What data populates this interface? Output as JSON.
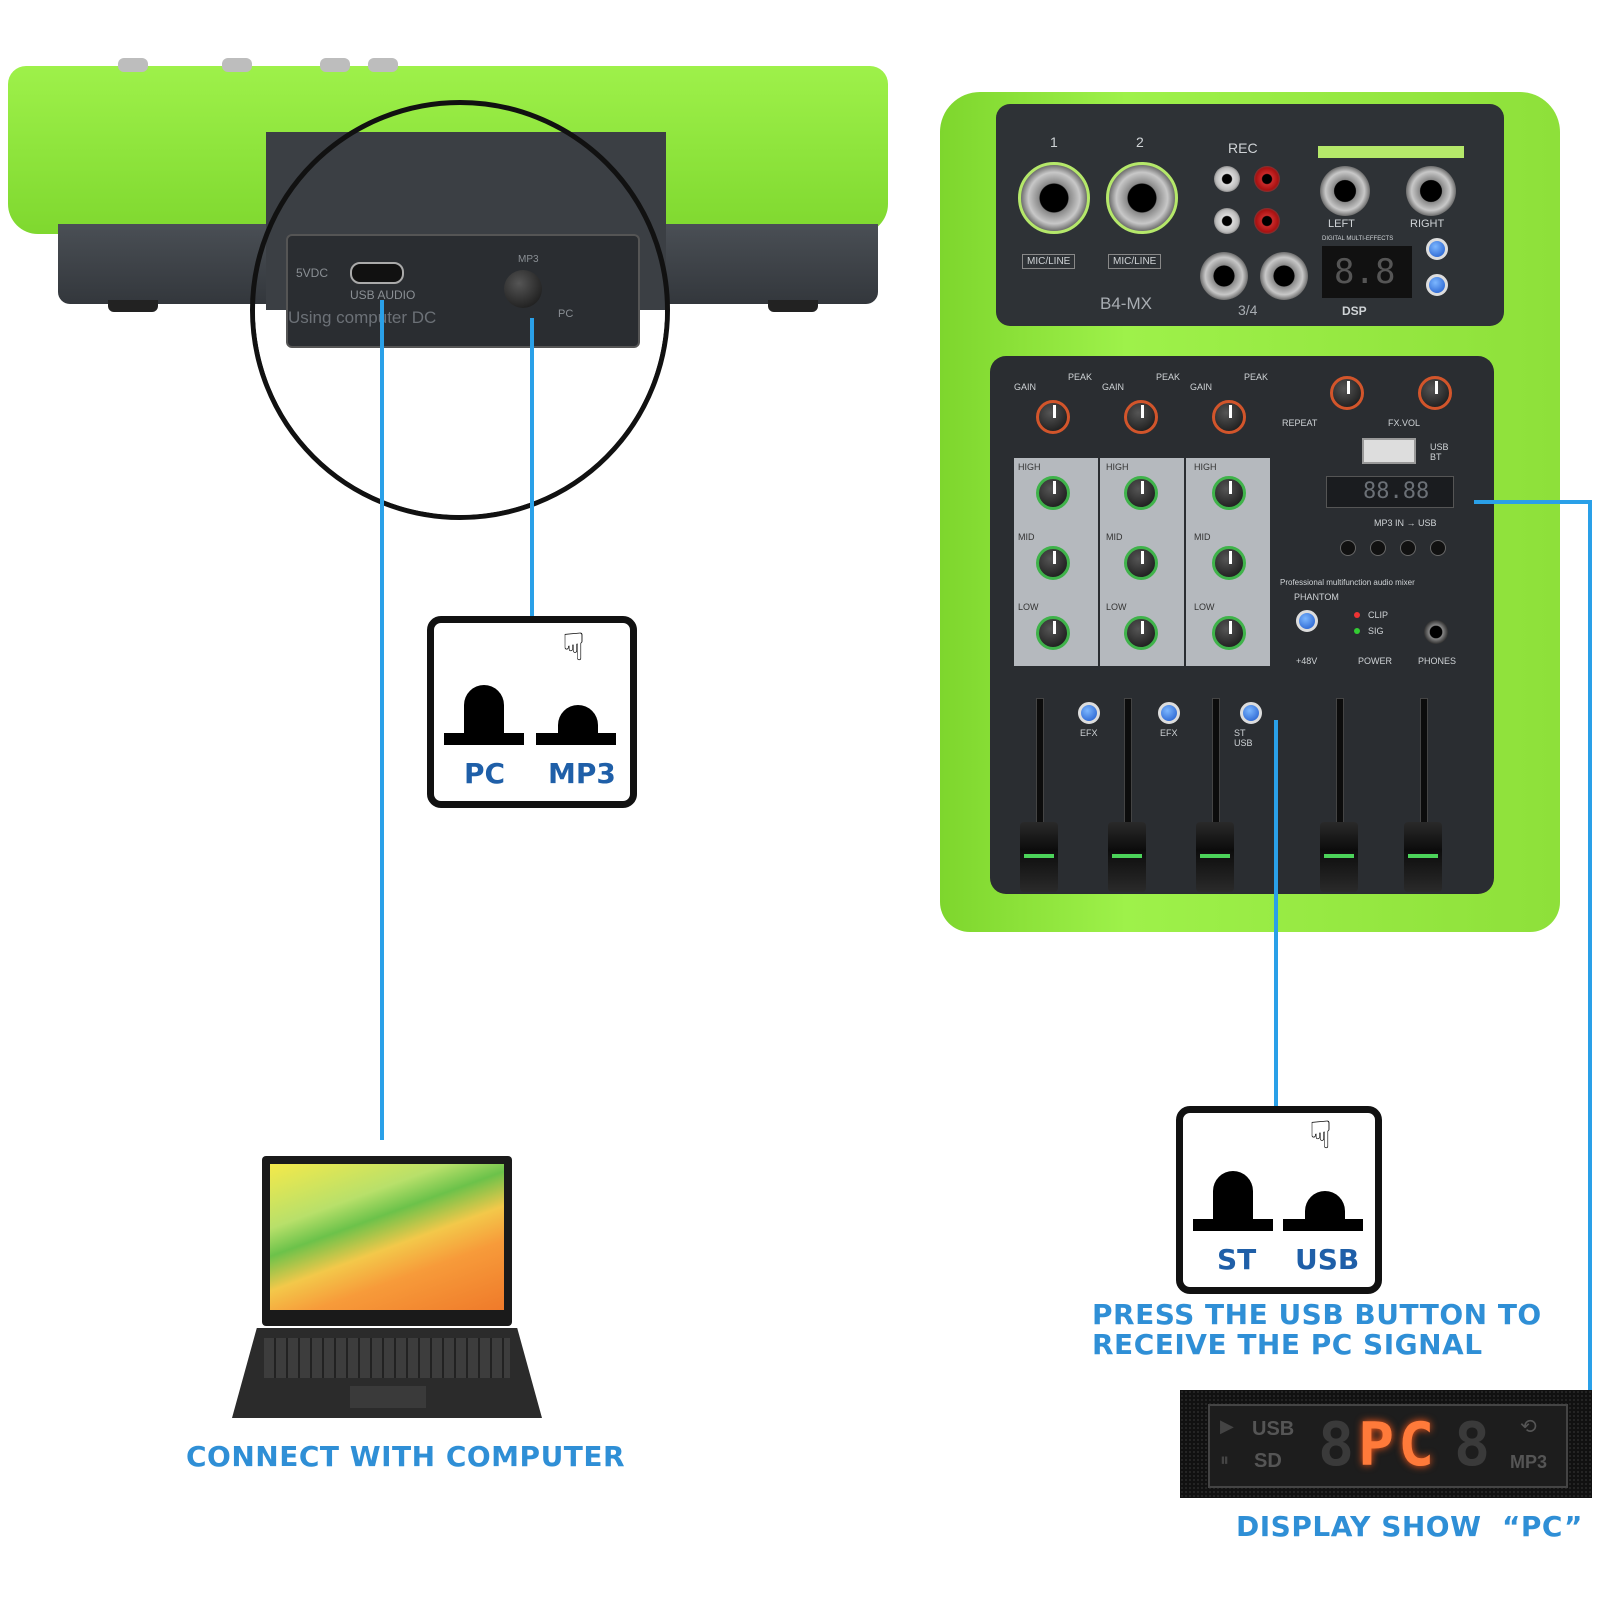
{
  "device_rear": {
    "labels": {
      "dc_label": "5VDC",
      "usb_label": "USB AUDIO",
      "usage_label": "Using computer DC",
      "mp3_label": "MP3",
      "pc_label": "PC"
    }
  },
  "mixer": {
    "model": "B4-MX",
    "channel_1": "1",
    "channel_2": "2",
    "rec_label": "REC",
    "mic_line_label": "MIC/LINE",
    "ch34_label": "3/4",
    "left_label": "LEFT",
    "right_label": "RIGHT",
    "dsp_label": "DSP",
    "effects_label": "DIGITAL MULTI-EFFECTS",
    "display_digits": "8.8",
    "gain_label": "GAIN",
    "peak_label": "PEAK",
    "high_label": "HIGH",
    "mid_label": "MID",
    "low_label": "LOW",
    "efx_label": "EFX",
    "st_usb_label": "ST USB",
    "repeat_label": "REPEAT",
    "fxvol_label": "FX.VOL",
    "mp3_display": "88.88",
    "usb_bt_label": "USB BT",
    "mp3in_label": "MP3 IN → USB",
    "pro_label": "Professional multifunction audio mixer",
    "phantom_label": "PHANTOM",
    "power_label": "POWER",
    "phones_label": "PHONES",
    "clip_label": "CLIP",
    "sig_label": "SIG",
    "v48_label": "+48V"
  },
  "switch_left": {
    "left_label": "PC",
    "right_label": "MP3"
  },
  "switch_right": {
    "left_label": "ST",
    "right_label": "USB"
  },
  "captions": {
    "connect": "CONNECT WITH COMPUTER",
    "press_line1": "PRESS THE USB BUTTON TO",
    "press_line2": "RECEIVE THE PC SIGNAL",
    "display_show": "DISPLAY SHOW  “PC”"
  },
  "lcd": {
    "usb": "USB",
    "sd": "SD",
    "mp3": "MP3",
    "value": "PC"
  },
  "colors": {
    "accent_green": "#8ee03a",
    "cable_blue": "#2aa0e8",
    "caption_blue": "#2f8fd6",
    "label_blue": "#1f5fa8",
    "lcd_red": "#ff7a3a"
  }
}
